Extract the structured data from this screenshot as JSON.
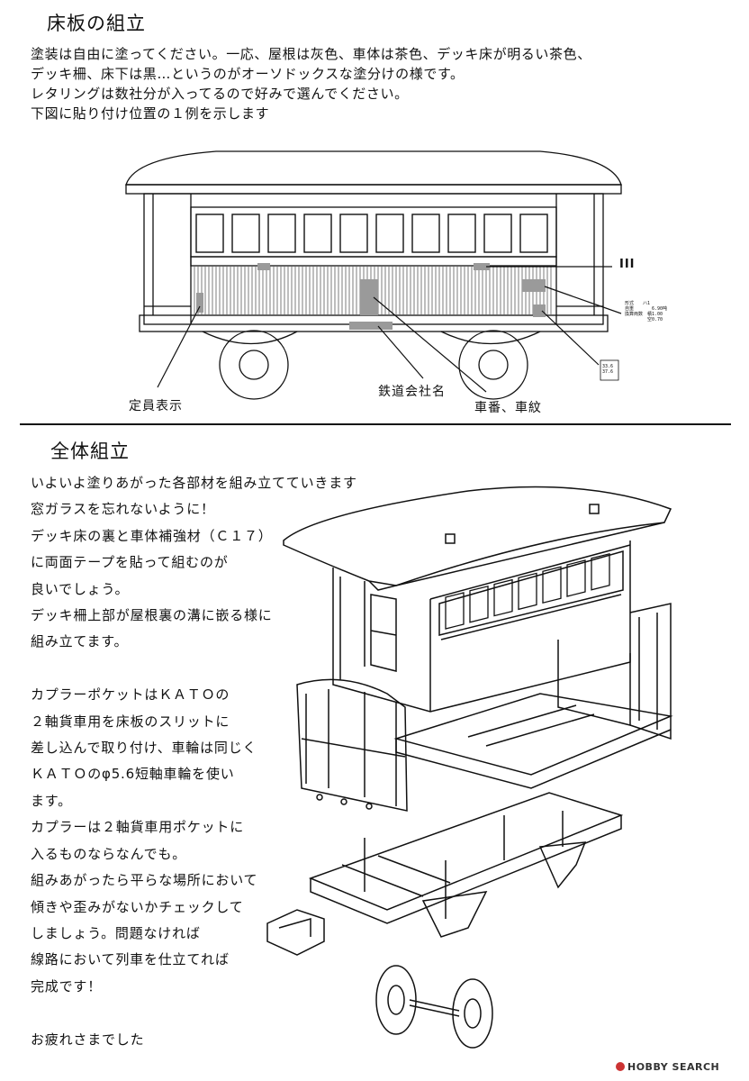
{
  "section1": {
    "title": "床板の組立",
    "lines": [
      "塗装は自由に塗ってください。一応、屋根は灰色、車体は茶色、デッキ床が明るい茶色、",
      "デッキ柵、床下は黒…というのがオーソドックスな塗分けの様です。",
      "レタリングは数社分が入ってるので好みで選んでください。",
      "下図に貼り付け位置の１例を示します"
    ],
    "labels": {
      "capacity": "定員表示",
      "company": "鉄道会社名",
      "number": "車番、車紋",
      "class_mark": "III"
    },
    "spec_lines": [
      "形式　　ハ1",
      "自重　　　　6.90吨",
      "換算両数　積1.00",
      "　　　　　空0.70"
    ],
    "small_box": [
      "33.6",
      "37.6"
    ]
  },
  "section2": {
    "title": "全体組立",
    "lines": [
      "いよいよ塗りあがった各部材を組み立てていきます",
      "窓ガラスを忘れないように！",
      "デッキ床の裏と車体補強材（Ｃ１７）",
      "に両面テープを貼って組むのが",
      "良いでしょう。",
      "デッキ柵上部が屋根裏の溝に嵌る様に",
      "組み立てます。",
      "",
      "カプラーポケットはＫＡＴＯの",
      "２軸貨車用を床板のスリットに",
      "差し込んで取り付け、車輪は同じく",
      "ＫＡＴＯのφ5.6短軸車輪を使い",
      "ます。",
      "カプラーは２軸貨車用ポケットに",
      "入るものならなんでも。",
      "組みあがったら平らな場所において",
      "傾きや歪みがないかチェックして",
      "しましょう。問題なければ",
      "線路において列車を仕立てれば",
      "完成です！",
      "",
      "お疲れさまでした"
    ]
  },
  "watermark": "HOBBY SEARCH"
}
